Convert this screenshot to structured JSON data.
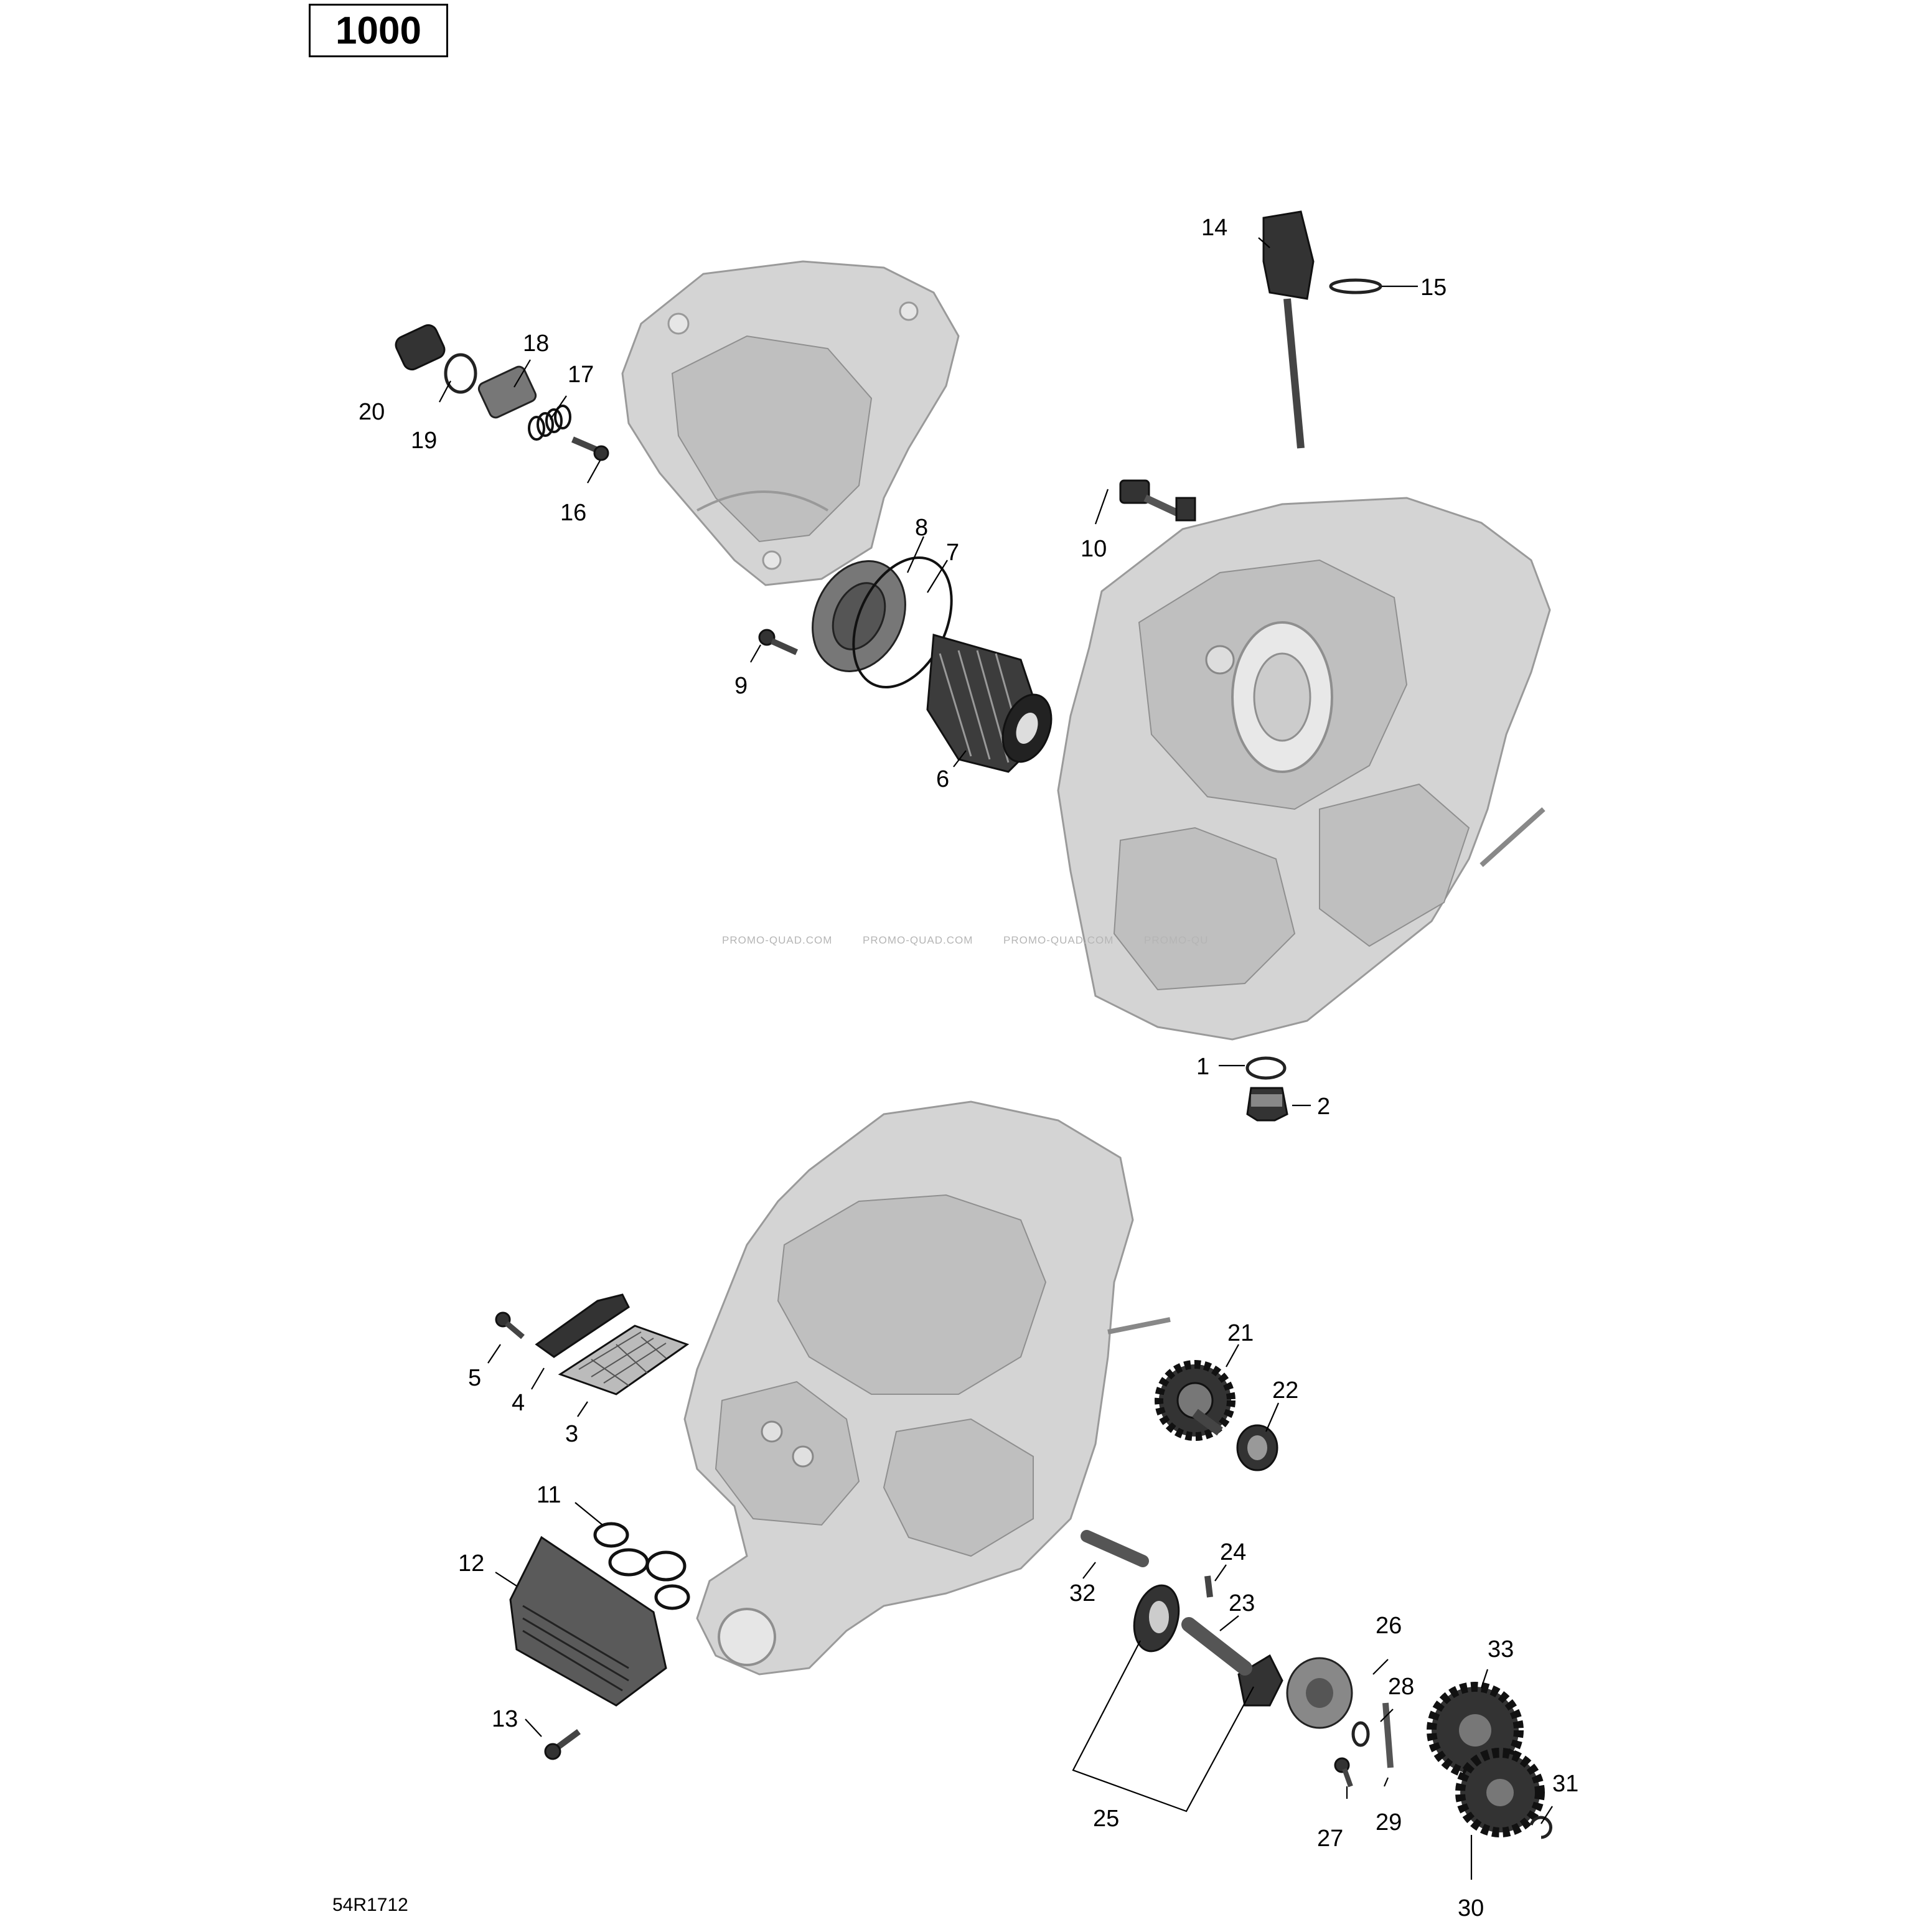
{
  "model_label": "1000",
  "reference_code": "54R1712",
  "watermark": [
    "PROMO-QUAD.COM",
    "PROMO-QUAD.COM",
    "PROMO-QUAD.COM",
    "PROMO-QU"
  ],
  "callouts": [
    "1",
    "2",
    "3",
    "4",
    "5",
    "6",
    "7",
    "8",
    "9",
    "10",
    "11",
    "12",
    "13",
    "14",
    "15",
    "16",
    "17",
    "18",
    "19",
    "20",
    "21",
    "22",
    "23",
    "24",
    "25",
    "26",
    "27",
    "28",
    "29",
    "30",
    "31",
    "32",
    "33"
  ]
}
